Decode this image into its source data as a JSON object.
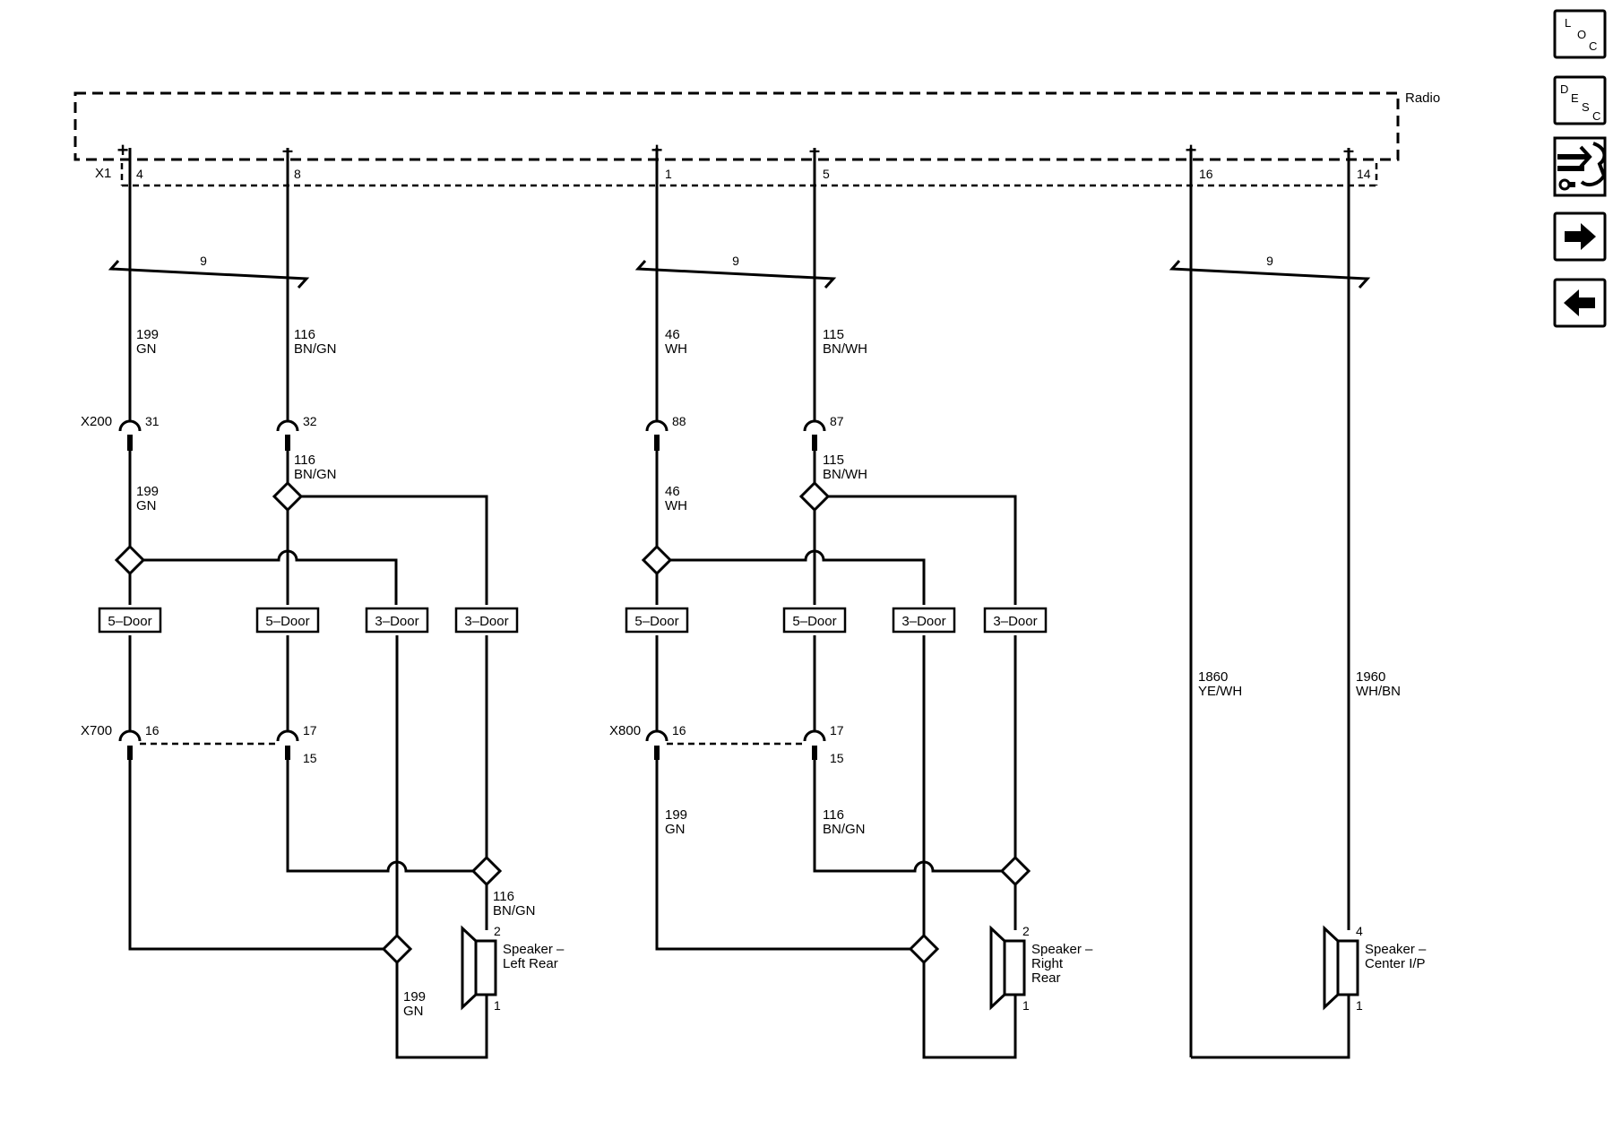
{
  "module": {
    "name": "Radio",
    "connector": "X1"
  },
  "nav": {
    "loc": [
      "L",
      "O",
      "C"
    ],
    "desc": [
      "D",
      "E",
      "S",
      "C"
    ]
  },
  "channels": [
    {
      "plus_pin": "4",
      "minus_pin": "8",
      "bundle_count": "9",
      "plus_wire": {
        "circuit": "199",
        "color": "GN"
      },
      "minus_wire": {
        "circuit": "116",
        "color": "BN/GN"
      },
      "inline_connector": "X200",
      "inline_plus_pin": "31",
      "inline_minus_pin": "32",
      "door_connector": "X700",
      "door_plus_pin": "16",
      "door_minus_pin_a": "17",
      "door_minus_pin_b": "15",
      "door_labels": [
        "5–Door",
        "5–Door",
        "3–Door",
        "3–Door"
      ],
      "lower_plus_wire": null,
      "lower_minus_wire": null,
      "speaker_plus_wire": {
        "circuit": "116",
        "color": "BN/GN"
      },
      "speaker_minus_wire": {
        "circuit": "199",
        "color": "GN"
      },
      "speaker": {
        "name_lines": [
          "Speaker –",
          "Left Rear",
          ""
        ],
        "plus_pin": "2",
        "minus_pin": "1"
      }
    },
    {
      "plus_pin": "1",
      "minus_pin": "5",
      "bundle_count": "9",
      "plus_wire": {
        "circuit": "46",
        "color": "WH"
      },
      "minus_wire": {
        "circuit": "115",
        "color": "BN/WH"
      },
      "inline_connector": "",
      "inline_plus_pin": "88",
      "inline_minus_pin": "87",
      "door_connector": "X800",
      "door_plus_pin": "16",
      "door_minus_pin_a": "17",
      "door_minus_pin_b": "15",
      "door_labels": [
        "5–Door",
        "5–Door",
        "3–Door",
        "3–Door"
      ],
      "lower_plus_wire": {
        "circuit": "199",
        "color": "GN"
      },
      "lower_minus_wire": {
        "circuit": "116",
        "color": "BN/GN"
      },
      "speaker_plus_wire": null,
      "speaker_minus_wire": null,
      "speaker": {
        "name_lines": [
          "Speaker –",
          "Right",
          "Rear"
        ],
        "plus_pin": "2",
        "minus_pin": "1"
      }
    },
    {
      "plus_pin": "16",
      "minus_pin": "14",
      "bundle_count": "9",
      "plus_wire": {
        "circuit": "1860",
        "color": "YE/WH"
      },
      "minus_wire": {
        "circuit": "1960",
        "color": "WH/BN"
      },
      "speaker": {
        "name_lines": [
          "Speaker –",
          "Center I/P",
          ""
        ],
        "plus_pin": "4",
        "minus_pin": "1"
      }
    }
  ]
}
